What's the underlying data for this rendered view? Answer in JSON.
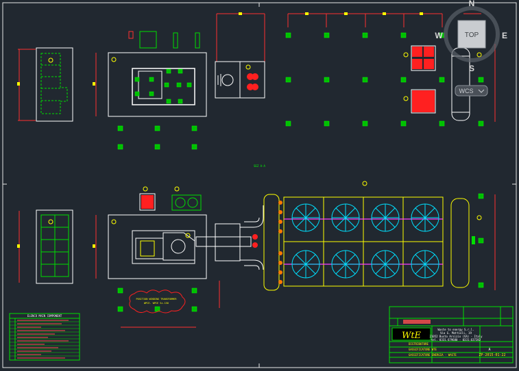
{
  "viewcube": {
    "north": "N",
    "south": "S",
    "east": "E",
    "west": "W",
    "top": "TOP",
    "wcs": "WCS"
  },
  "labels": {
    "section": "SEZ A-A",
    "cloud_line1": "POSITION WINDING TRANSFORMER",
    "cloud_line2": "WPCE. WPCE Sz-150"
  },
  "legend": {
    "header": "ELENCO MAIN COMPONENT"
  },
  "titleblock": {
    "logo": "WtE",
    "company": "Waste to energy S.r.l.",
    "address1": "Via G. Mattioli, 19",
    "address2": "21052 Busto Arsizio (VA) - Italy",
    "phone": "tel. 0331.679680 - 0331.637282",
    "rev": "A",
    "code": "ZP-2015-01-22",
    "desc1": "DISTRIBUTORE",
    "desc2": "GASSIFICATORE WTE",
    "desc3": "GASSIFICATORE ENERGIA - WASTE"
  },
  "colors": {
    "background": "#212830",
    "border": "#e0e0e0",
    "equipment": "#ffffff",
    "green": "#00e000",
    "red": "#ff2020",
    "yellow": "#ffff00",
    "cyan": "#00e0ff",
    "magenta": "#ff40ff"
  }
}
